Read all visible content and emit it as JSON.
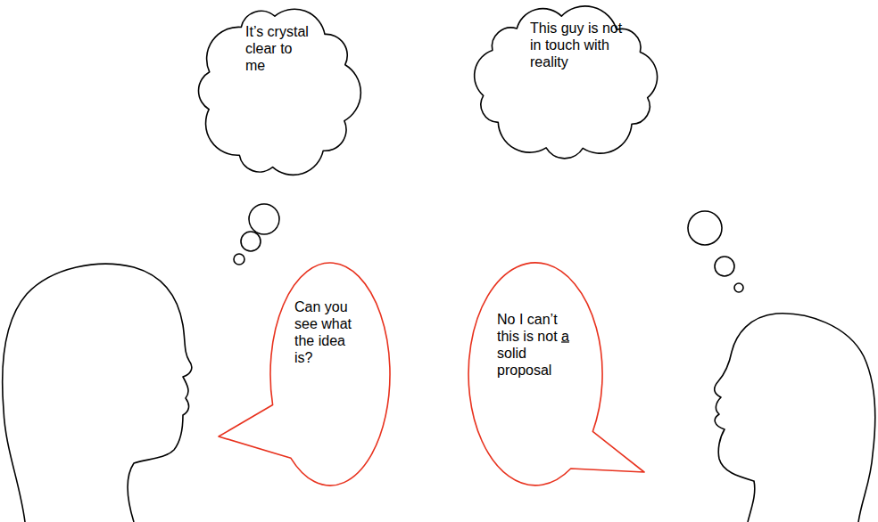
{
  "diagram": {
    "nodes": [
      {
        "text": [
          "It’s crystal clear to me"
        ]
      },
      {
        "text": [
          "This guy is not in touch with reality"
        ]
      },
      {
        "text": [
          "Can you see what the idea is?"
        ]
      },
      {
        "text": [
          "No I can’t this is not a solid proposal"
        ]
      }
    ]
  }
}
